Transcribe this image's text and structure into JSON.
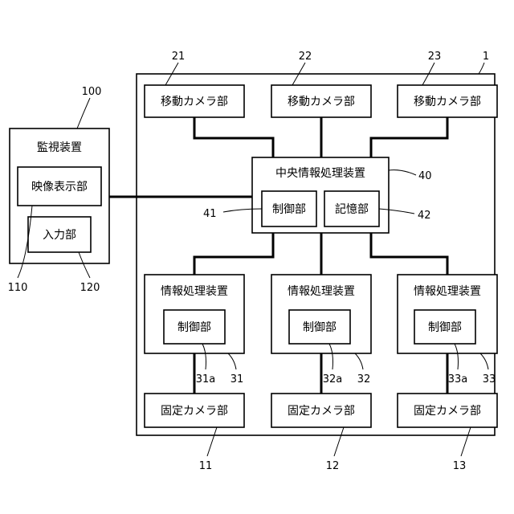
{
  "monitoring": {
    "title": "監視装置",
    "video_display": "映像表示部",
    "input": "入力部",
    "ref": "100",
    "ref_video": "110",
    "ref_input": "120"
  },
  "system": {
    "ref": "1"
  },
  "moving_cameras": [
    {
      "label": "移動カメラ部",
      "ref": "21"
    },
    {
      "label": "移動カメラ部",
      "ref": "22"
    },
    {
      "label": "移動カメラ部",
      "ref": "23"
    }
  ],
  "central": {
    "title": "中央情報処理装置",
    "control": "制御部",
    "storage": "記憶部",
    "ref": "40",
    "ref_control": "41",
    "ref_storage": "42"
  },
  "processors": [
    {
      "title": "情報処理装置",
      "control": "制御部",
      "ref": "31",
      "ref_control": "31a"
    },
    {
      "title": "情報処理装置",
      "control": "制御部",
      "ref": "32",
      "ref_control": "32a"
    },
    {
      "title": "情報処理装置",
      "control": "制御部",
      "ref": "33",
      "ref_control": "33a"
    }
  ],
  "fixed_cameras": [
    {
      "label": "固定カメラ部",
      "ref": "11"
    },
    {
      "label": "固定カメラ部",
      "ref": "12"
    },
    {
      "label": "固定カメラ部",
      "ref": "13"
    }
  ]
}
